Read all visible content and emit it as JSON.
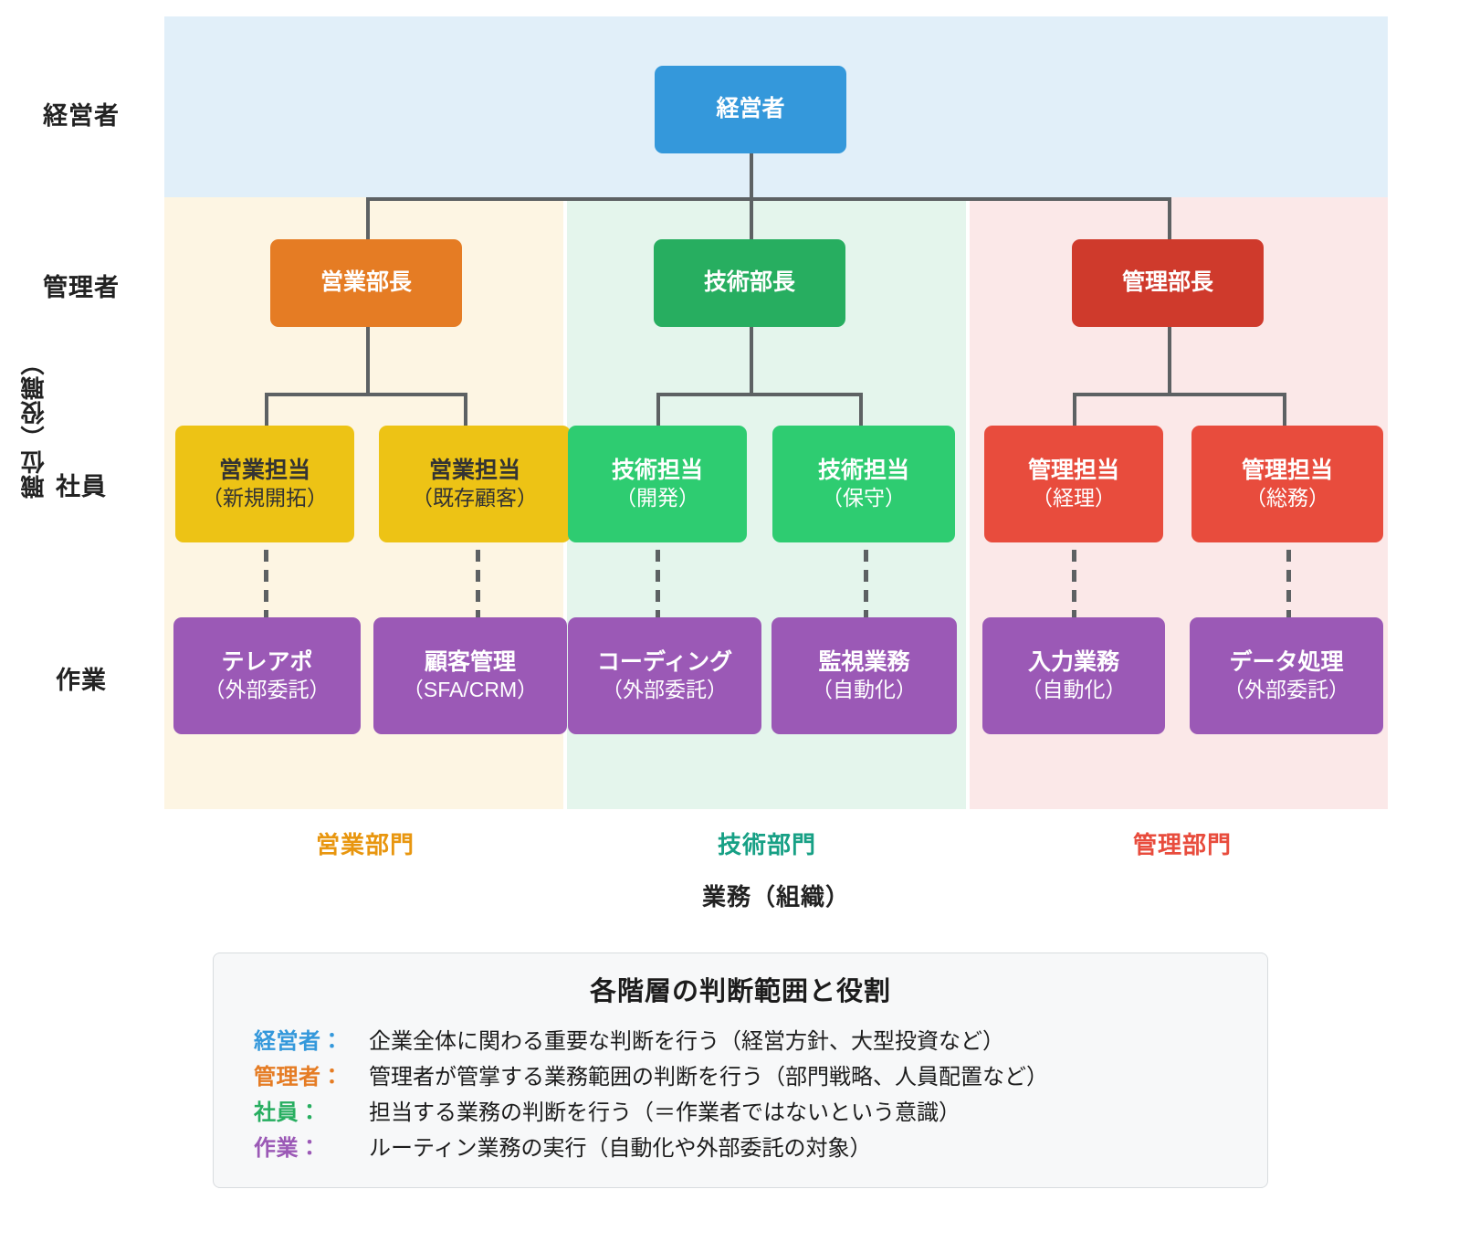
{
  "axes": {
    "y_title": "職位（役職）",
    "x_title": "業務（組織）"
  },
  "row_labels": [
    {
      "key": "executive",
      "label": "経営者"
    },
    {
      "key": "manager",
      "label": "管理者"
    },
    {
      "key": "employee",
      "label": "社員"
    },
    {
      "key": "work",
      "label": "作業"
    }
  ],
  "departments": [
    {
      "key": "sales",
      "caption": "営業部門",
      "color": "#e8960f"
    },
    {
      "key": "tech",
      "caption": "技術部門",
      "color": "#17a085"
    },
    {
      "key": "admin",
      "caption": "管理部門",
      "color": "#e84c3d"
    }
  ],
  "nodes": {
    "executive": {
      "title": "経営者",
      "sub": ""
    },
    "managers": [
      {
        "title": "営業部長",
        "sub": ""
      },
      {
        "title": "技術部長",
        "sub": ""
      },
      {
        "title": "管理部長",
        "sub": ""
      }
    ],
    "employees": [
      {
        "title": "営業担当",
        "sub": "（新規開拓）"
      },
      {
        "title": "営業担当",
        "sub": "（既存顧客）"
      },
      {
        "title": "技術担当",
        "sub": "（開発）"
      },
      {
        "title": "技術担当",
        "sub": "（保守）"
      },
      {
        "title": "管理担当",
        "sub": "（経理）"
      },
      {
        "title": "管理担当",
        "sub": "（総務）"
      }
    ],
    "works": [
      {
        "title": "テレアポ",
        "sub": "（外部委託）"
      },
      {
        "title": "顧客管理",
        "sub": "（SFA/CRM）"
      },
      {
        "title": "コーディング",
        "sub": "（外部委託）"
      },
      {
        "title": "監視業務",
        "sub": "（自動化）"
      },
      {
        "title": "入力業務",
        "sub": "（自動化）"
      },
      {
        "title": "データ処理",
        "sub": "（外部委託）"
      }
    ]
  },
  "legend": {
    "title": "各階層の判断範囲と役割",
    "rows": [
      {
        "key": "経営者：",
        "color": "#3498db",
        "text": "企業全体に関わる重要な判断を行う（経営方針、大型投資など）"
      },
      {
        "key": "管理者：",
        "color": "#e57c24",
        "text": "管理者が管掌する業務範囲の判断を行う（部門戦略、人員配置など）"
      },
      {
        "key": "社員：",
        "color": "#27ae60",
        "text": "担当する業務の判断を行う（＝作業者ではないという意識）"
      },
      {
        "key": "作業：",
        "color": "#9b59b6",
        "text": "ルーティン業務の実行（自動化や外部委託の対象）"
      }
    ]
  },
  "colors": {
    "band_executive": "#e1eff9",
    "col_sales": "#fdf5e3",
    "col_tech": "#e4f5ec",
    "col_admin": "#fbe8e8",
    "node_executive": "#3498db",
    "node_manager_sales": "#e57c24",
    "node_manager_tech": "#27ae60",
    "node_manager_admin": "#cf3a2c",
    "node_employee_sales": "#edc315",
    "node_employee_tech": "#2ecc71",
    "node_employee_admin": "#e84c3d",
    "node_work": "#9b59b6",
    "connector": "#5d6163"
  }
}
